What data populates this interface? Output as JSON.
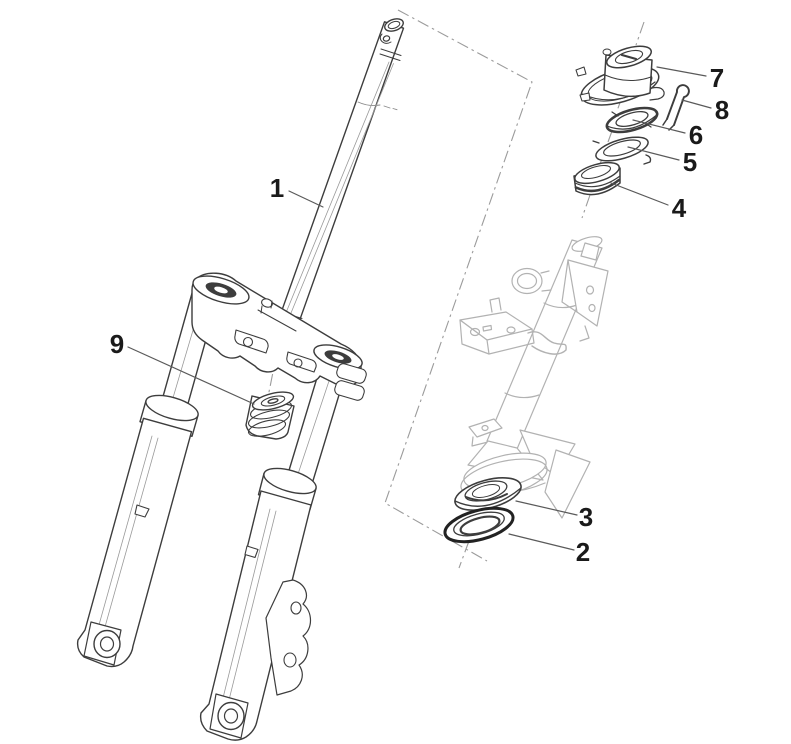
{
  "diagram": {
    "colors": {
      "background": "#ffffff",
      "line": "#3d3d3d",
      "ghost_line": "#b2b2b2",
      "dash_line": "#9b9b9b",
      "leader_line": "#5a5a5a",
      "callout_text": "#1a1a1a"
    },
    "callouts": [
      {
        "number": "1"
      },
      {
        "number": "2"
      },
      {
        "number": "3"
      },
      {
        "number": "4"
      },
      {
        "number": "5"
      },
      {
        "number": "6"
      },
      {
        "number": "7"
      },
      {
        "number": "8"
      },
      {
        "number": "9"
      }
    ]
  }
}
